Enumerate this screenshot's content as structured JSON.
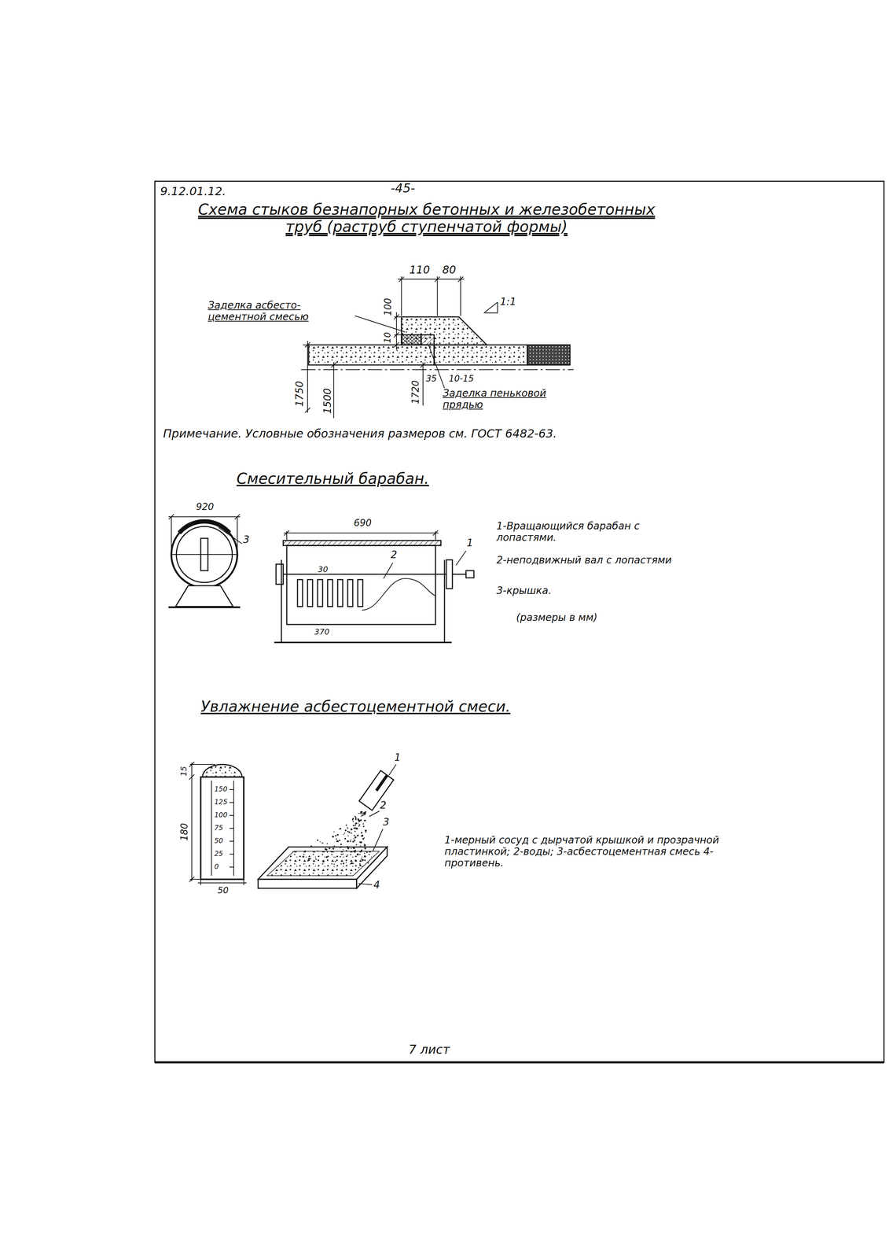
{
  "diagram": {
    "title": "Схема стыков безнапорных бетонных и железобетонных труб (раструб ступенчатой формы)",
    "labels": [
      "9.12.01.12.",
      "-45-",
      "110",
      "80",
      "Заделка асбесто- цементной смесью",
      "100",
      "10",
      "1:1",
      "1750",
      "1500",
      "35",
      "10-15",
      "1720",
      "Заделка пеньковой прядью",
      "Примечание. Условные обозначения размеров см. ГОСТ 6482-63.",
      "Смесительный барабан.",
      "920",
      "3",
      "690",
      "2",
      "1",
      "30",
      "370",
      "1-Вращающийся барабан с лопастями.",
      "2-неподвижный вал с лопастями",
      "3-крышка.",
      "(размеры в мм)",
      "Увлажнение асбестоцементной смеси.",
      "15",
      "180",
      "150",
      "125",
      "100",
      "75",
      "50",
      "25",
      "0",
      "50",
      "1",
      "2",
      "3",
      "4",
      "1-мерный сосуд с дырчатой крышкой и прозрачной пластинкой; 2-воды; 3-асбестоцементная смесь 4-противень.",
      "7 лист"
    ]
  }
}
